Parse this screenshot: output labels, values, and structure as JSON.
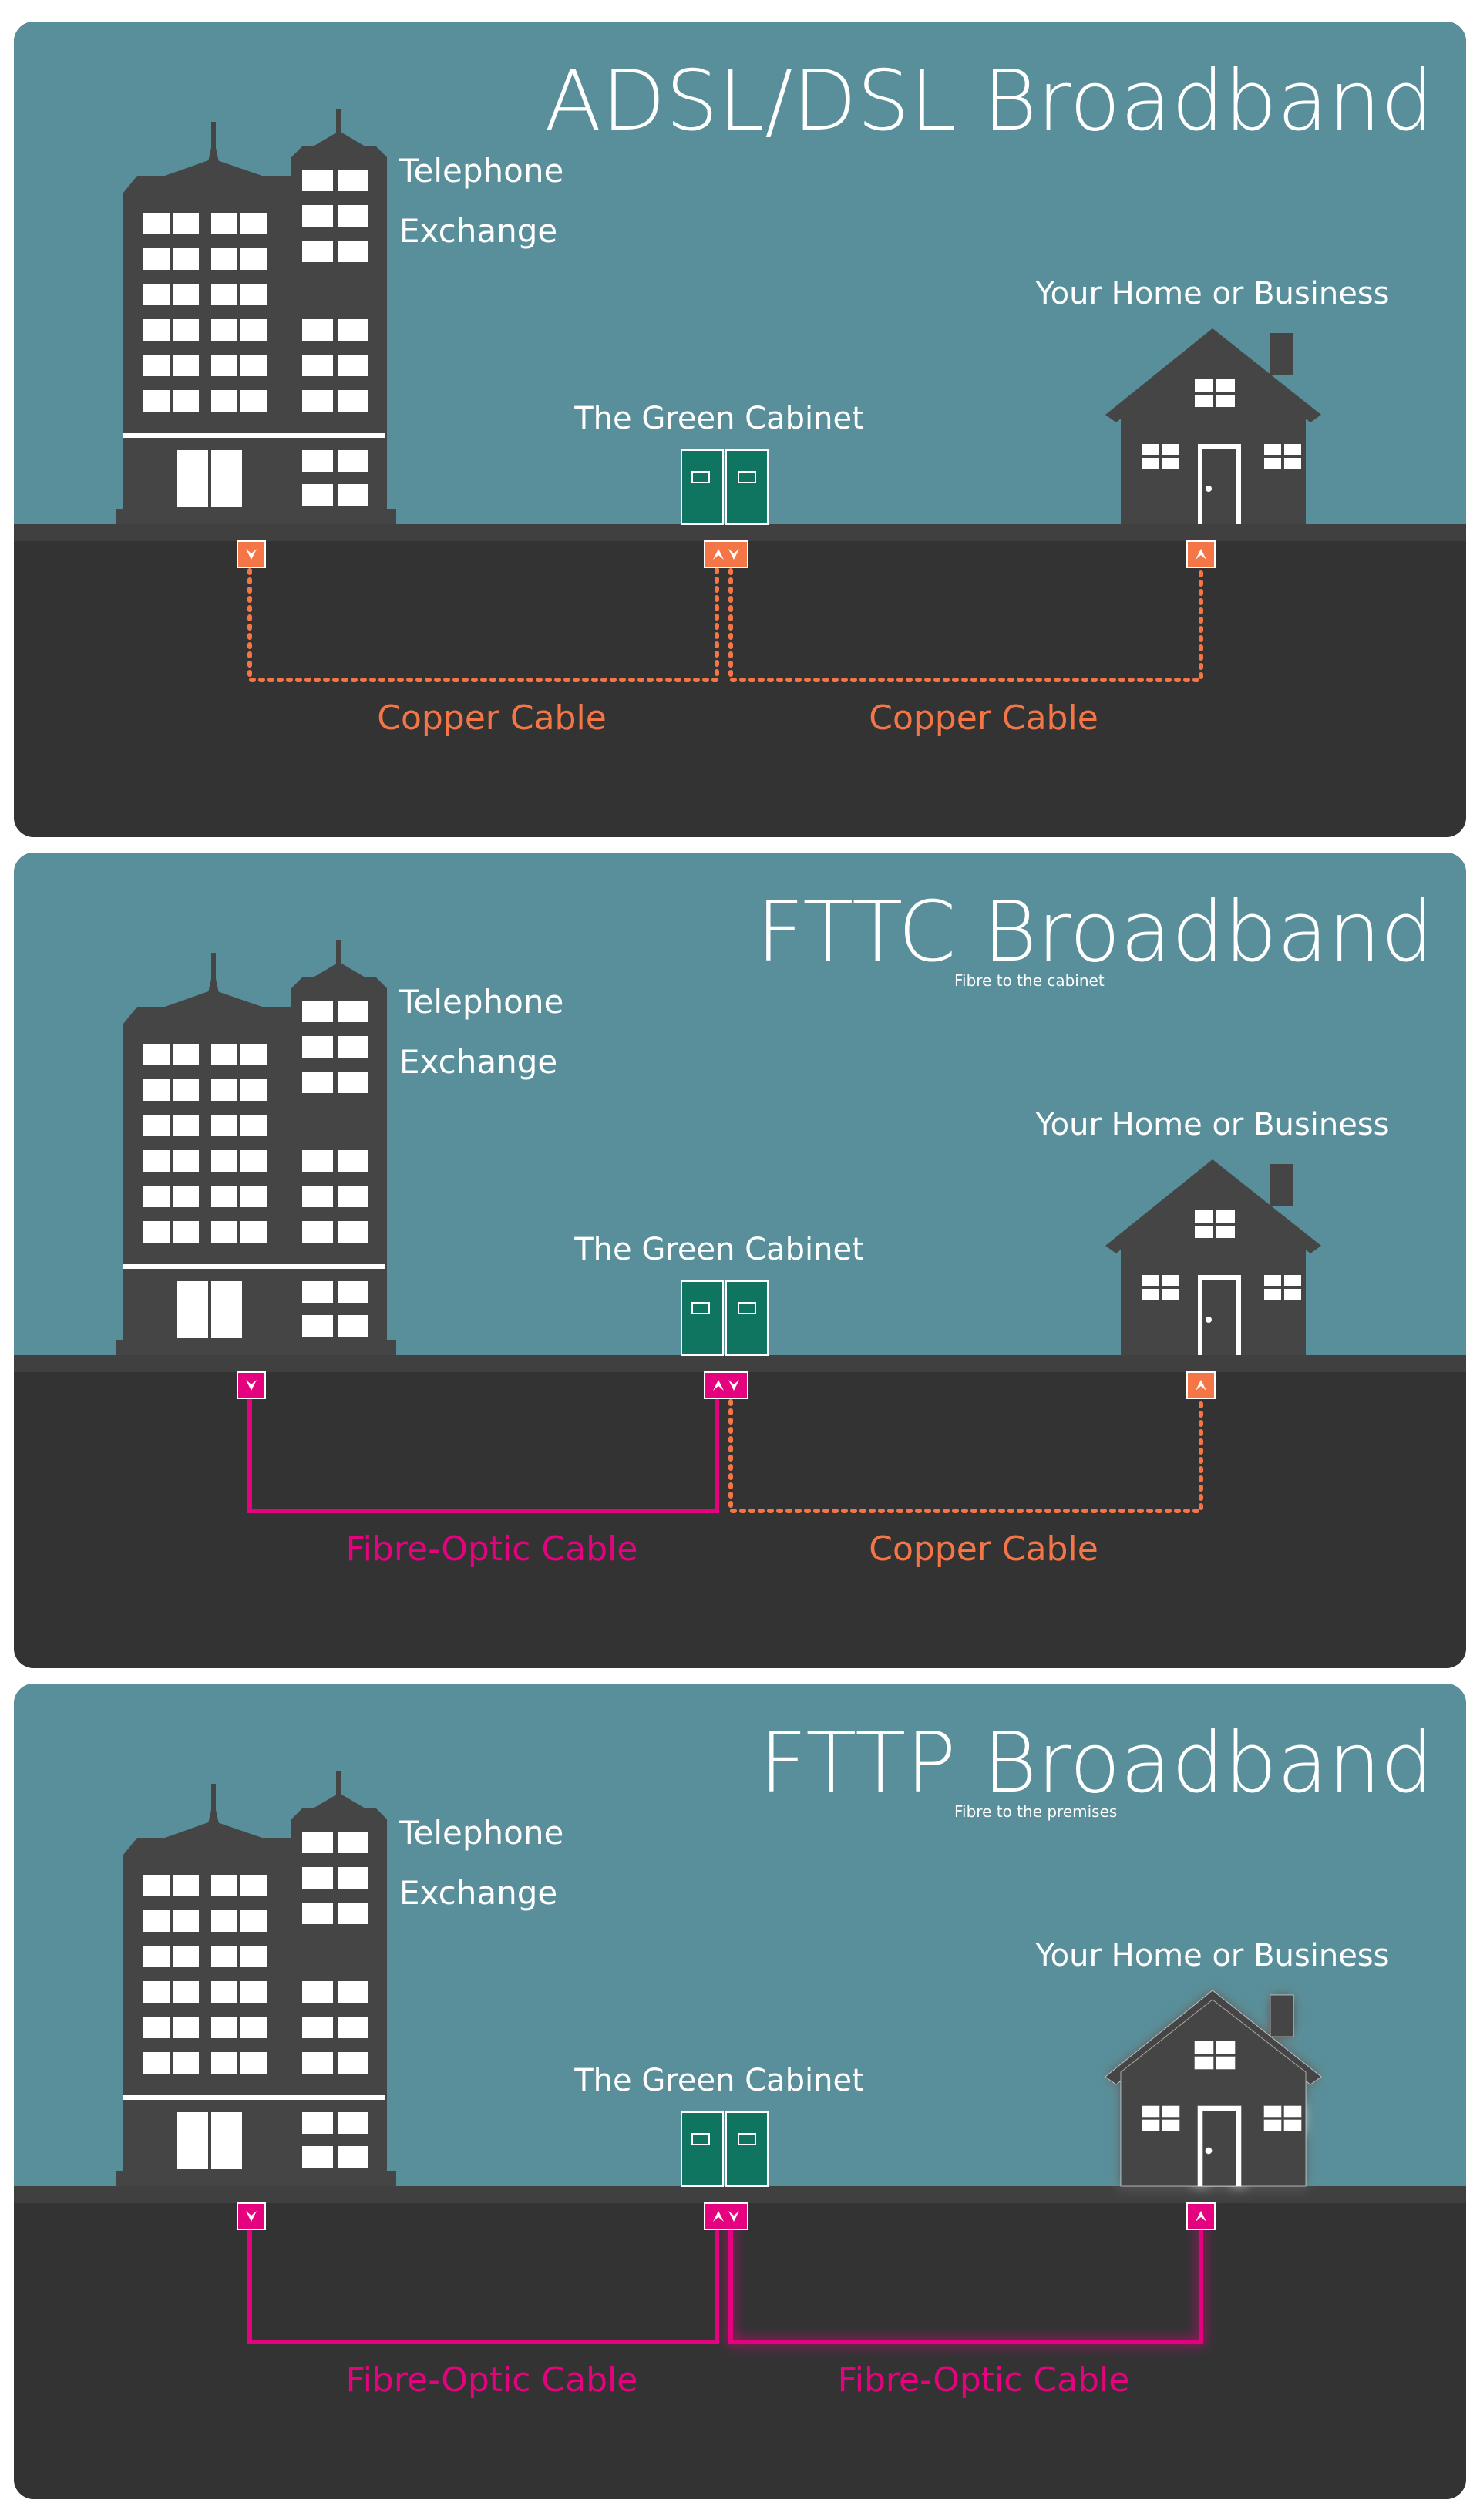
{
  "colors": {
    "sky": "#588f9a",
    "ground": "#333334",
    "building": "#454545",
    "window": "#ffffff",
    "cabinet": "#0f7560",
    "copper": "#f47646",
    "fibre": "#e4027e"
  },
  "panels": [
    {
      "title": "ADSL/DSL Broadband",
      "subtitle": "",
      "exchange_label_1": "Telephone",
      "exchange_label_2": "Exchange",
      "cabinet_label": "The Green Cabinet",
      "home_label": "Your Home or Business",
      "cable_left": {
        "label": "Copper Cable",
        "type": "copper"
      },
      "cable_right": {
        "label": "Copper Cable",
        "type": "copper"
      },
      "home_glow": false
    },
    {
      "title": "FTTC Broadband",
      "subtitle": "Fibre to the cabinet",
      "exchange_label_1": "Telephone",
      "exchange_label_2": "Exchange",
      "cabinet_label": "The Green Cabinet",
      "home_label": "Your Home or Business",
      "cable_left": {
        "label": "Fibre-Optic Cable",
        "type": "fibre"
      },
      "cable_right": {
        "label": "Copper Cable",
        "type": "copper"
      },
      "home_glow": false
    },
    {
      "title": "FTTP Broadband",
      "subtitle": "Fibre to the premises",
      "exchange_label_1": "Telephone",
      "exchange_label_2": "Exchange",
      "cabinet_label": "The Green Cabinet",
      "home_label": "Your Home or Business",
      "cable_left": {
        "label": "Fibre-Optic Cable",
        "type": "fibre"
      },
      "cable_right": {
        "label": "Fibre-Optic Cable",
        "type": "fibre"
      },
      "home_glow": true
    }
  ]
}
